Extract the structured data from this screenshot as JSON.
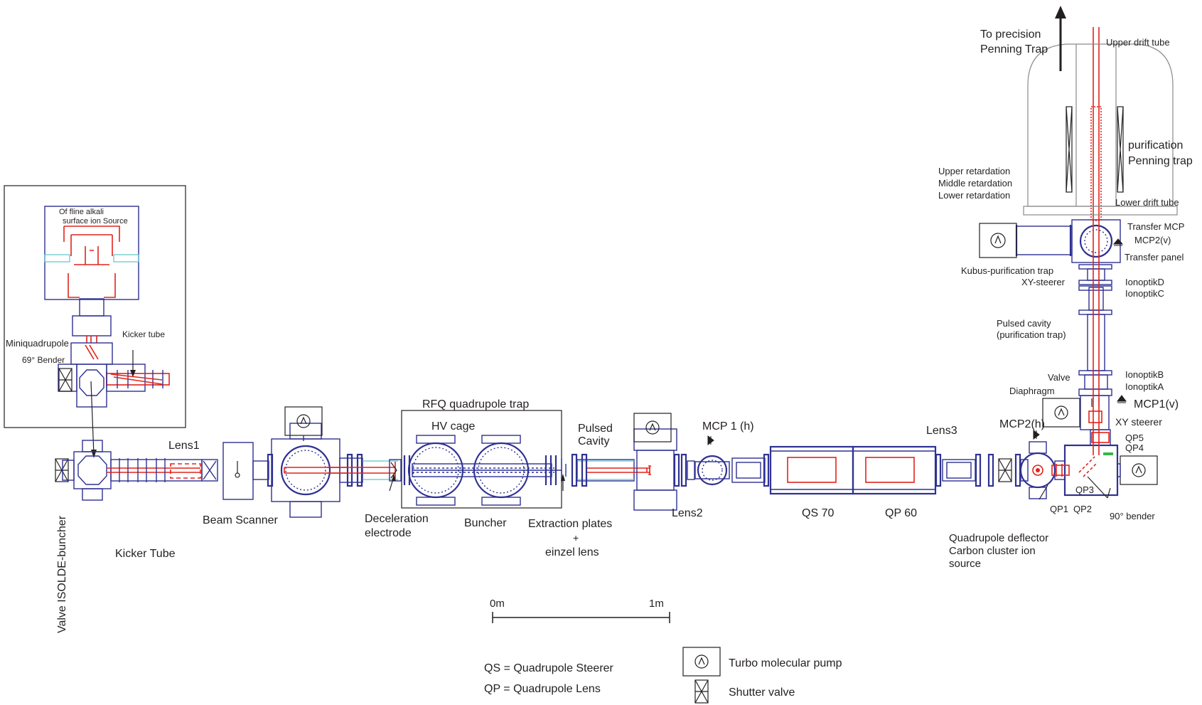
{
  "labels": {
    "offline_source_1": "Of fline alkali",
    "offline_source_2": "surface ion Source",
    "kicker_tube_small": "Kicker tube",
    "miniquadrupole": "Miniquadrupole",
    "bender69": "69° Bender",
    "lens1": "Lens1",
    "valve_isolde": "Valve ISOLDE-buncher",
    "kicker_tube": "Kicker Tube",
    "beam_scanner": "Beam Scanner",
    "rfq_trap": "RFQ quadrupole trap",
    "hv_cage": "HV cage",
    "pulsed_cavity_1": "Pulsed",
    "pulsed_cavity_2": "Cavity",
    "decel_1": "Deceleration",
    "decel_2": "electrode",
    "buncher": "Buncher",
    "extraction_1": "Extraction plates",
    "extraction_2": "+",
    "extraction_3": "einzel lens",
    "mcp1h": "MCP 1 (h)",
    "lens2": "Lens2",
    "qs70": "QS 70",
    "qp60": "QP 60",
    "lens3": "Lens3",
    "mcp2h": "MCP2(h)",
    "qp1": "QP1",
    "qp2": "QP2",
    "qp3": "QP3",
    "qp4": "QP4",
    "qp5": "QP5",
    "bender90": "90° bender",
    "quad_deflector_1": "Quadrupole deflector",
    "quad_deflector_2": "Carbon cluster ion",
    "quad_deflector_3": "source",
    "xy_steerer": "XY steerer",
    "mcp1v": "MCP1(v)",
    "diaphragm": "Diaphragm",
    "valve": "Valve",
    "ionoptik_b": "IonoptikB",
    "ionoptik_a": "IonoptikA",
    "pulsed_cavity_pt_1": "Pulsed cavity",
    "pulsed_cavity_pt_2": "(purification trap)",
    "ionoptik_d": "IonoptikD",
    "ionoptik_c": "IonoptikC",
    "kubus_1": "Kubus-purification trap",
    "kubus_2": "XY-steerer",
    "transfer_mcp": "Transfer MCP",
    "mcp2v": "MCP2(v)",
    "transfer_panel": "Transfer panel",
    "upper_retardation": "Upper retardation",
    "middle_retardation": "Middle retardation",
    "lower_retardation": "Lower retardation",
    "lower_drift_tube": "Lower drift tube",
    "upper_drift_tube": "Upper drift tube",
    "purification_1": "purification",
    "purification_2": "Penning trap",
    "precision_1": "To precision",
    "precision_2": "Penning Trap"
  },
  "scale_bar": {
    "start_label": "0m",
    "end_label": "1m"
  },
  "legend": {
    "qs": "QS = Quadrupole Steerer",
    "qp": "QP = Quadrupole Lens",
    "pump": "Turbo molecular pump",
    "shutter": "Shutter valve"
  },
  "colors": {
    "vacuum": "#2e3192",
    "beam": "#e2231a",
    "shield": "#5ec4c8",
    "text": "#231f20"
  }
}
